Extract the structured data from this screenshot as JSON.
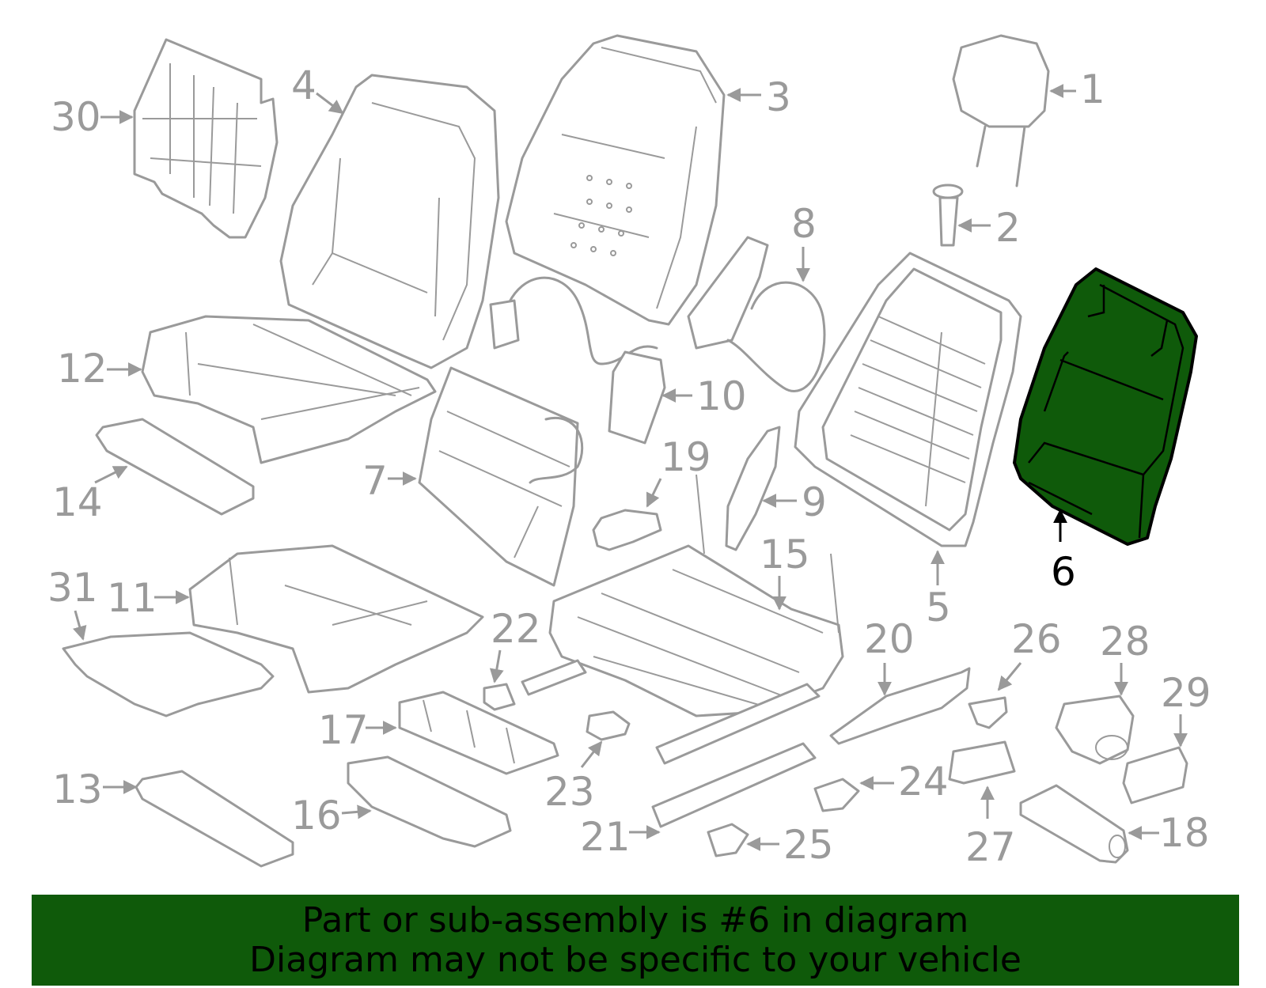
{
  "highlight_color": "#0f5a0a",
  "selected_part": "6",
  "callouts": {
    "c1": "1",
    "c2": "2",
    "c3": "3",
    "c4": "4",
    "c5": "5",
    "c6": "6",
    "c7": "7",
    "c8": "8",
    "c9": "9",
    "c10": "10",
    "c11": "11",
    "c12": "12",
    "c13": "13",
    "c14": "14",
    "c15": "15",
    "c16": "16",
    "c17": "17",
    "c18": "18",
    "c19": "19",
    "c20": "20",
    "c21": "21",
    "c22": "22",
    "c23": "23",
    "c24": "24",
    "c25": "25",
    "c26": "26",
    "c27": "27",
    "c28": "28",
    "c29": "29",
    "c30": "30",
    "c31": "31"
  },
  "banner": {
    "line1": "Part or sub-assembly is #6 in diagram",
    "line2": "Diagram may not be specific to your vehicle"
  }
}
